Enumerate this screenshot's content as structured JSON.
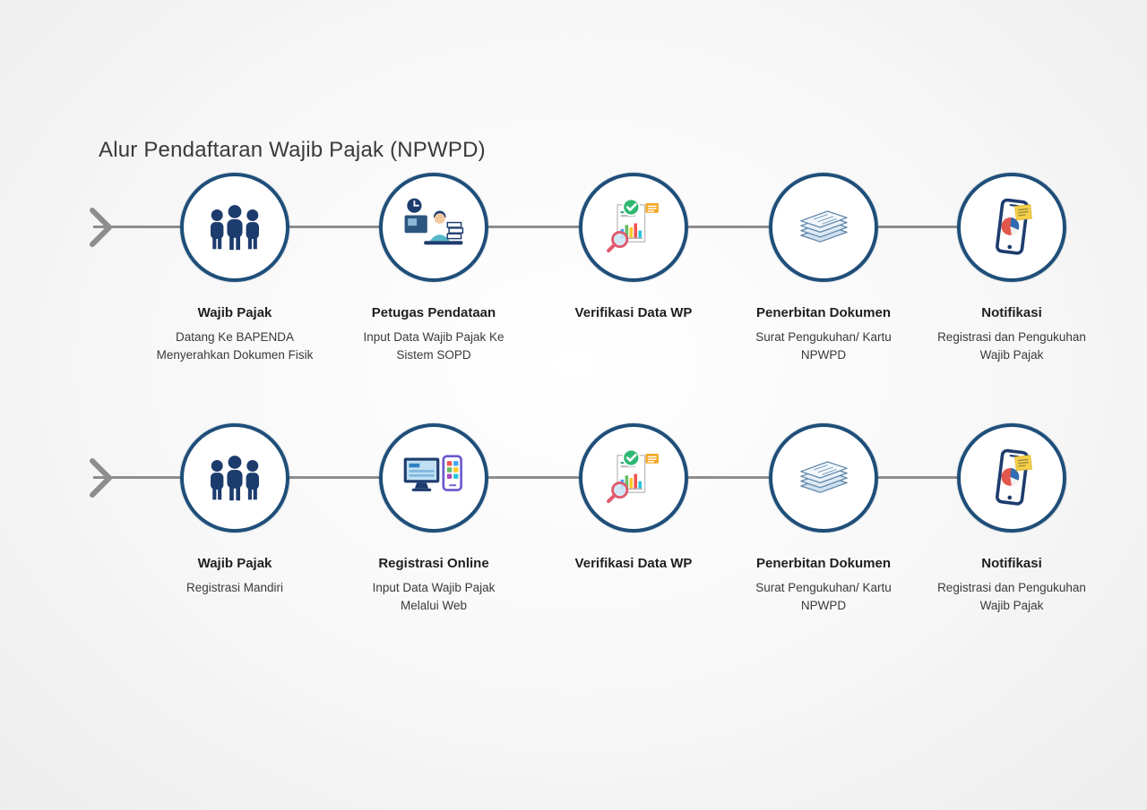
{
  "page": {
    "title": "Alur Pendaftaran Wajib Pajak (NPWPD)"
  },
  "colors": {
    "background": "#f5f5f5",
    "circle_border": "#1f4e79",
    "connector_gray": "#8d8d8d",
    "accent_navy": "#1d3c6e",
    "check_green": "#2eb872",
    "note_yellow": "#f7d04b",
    "magnifier_red": "#e05a6d"
  },
  "rows": [
    {
      "name": "offline-flow",
      "steps": [
        {
          "title": "Wajib Pajak",
          "subtitle": "Datang Ke BAPENDA Menyerahkan Dokumen Fisik",
          "icon": "people-group-icon"
        },
        {
          "title": "Petugas Pendataan",
          "subtitle": "Input Data Wajib Pajak Ke Sistem SOPD",
          "icon": "data-entry-officer-icon"
        },
        {
          "title": "Verifikasi Data WP",
          "subtitle": "",
          "icon": "data-verification-icon"
        },
        {
          "title": "Penerbitan Dokumen",
          "subtitle": "Surat Pengukuhan/ Kartu NPWPD",
          "icon": "documents-stack-icon"
        },
        {
          "title": "Notifikasi",
          "subtitle": "Registrasi dan Pengukuhan Wajib Pajak",
          "icon": "phone-notification-icon"
        }
      ]
    },
    {
      "name": "online-flow",
      "steps": [
        {
          "title": "Wajib Pajak",
          "subtitle": "Registrasi Mandiri",
          "icon": "people-group-icon"
        },
        {
          "title": "Registrasi Online",
          "subtitle": "Input Data Wajib Pajak Melalui Web",
          "icon": "online-registration-icon"
        },
        {
          "title": "Verifikasi Data WP",
          "subtitle": "",
          "icon": "data-verification-icon"
        },
        {
          "title": "Penerbitan Dokumen",
          "subtitle": "Surat Pengukuhan/ Kartu NPWPD",
          "icon": "documents-stack-icon"
        },
        {
          "title": "Notifikasi",
          "subtitle": "Registrasi dan Pengukuhan Wajib Pajak",
          "icon": "phone-notification-icon"
        }
      ]
    }
  ]
}
